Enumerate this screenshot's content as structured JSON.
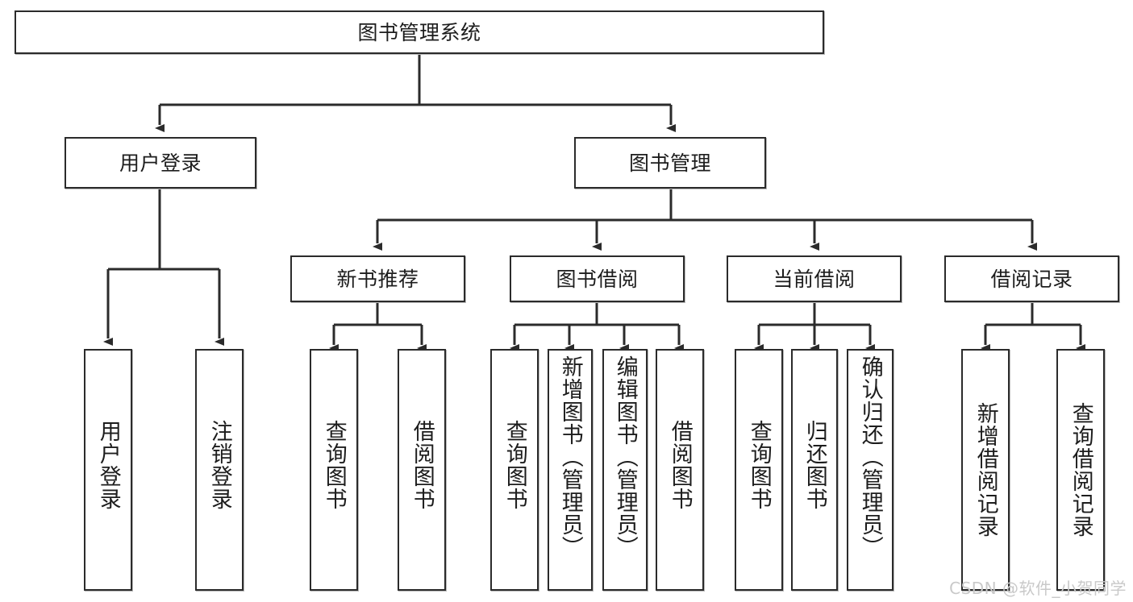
{
  "diagram": {
    "title": "图书管理系统",
    "type": "tree",
    "orientation": "top-down",
    "colors": {
      "box_border": "#2b2b2b",
      "box_fill": "#ffffff",
      "edge": "#2b2b2b",
      "background": "#ffffff",
      "watermark": "#c9c9c9"
    },
    "root": {
      "label": "图书管理系统"
    },
    "level2": [
      {
        "label": "用户登录"
      },
      {
        "label": "图书管理"
      }
    ],
    "level3": [
      {
        "label": "新书推荐"
      },
      {
        "label": "图书借阅"
      },
      {
        "label": "当前借阅"
      },
      {
        "label": "借阅记录"
      }
    ],
    "leaves": [
      {
        "label": "用户登录",
        "parent": "用户登录"
      },
      {
        "label": "注销登录",
        "parent": "用户登录"
      },
      {
        "label": "查询图书",
        "parent": "新书推荐"
      },
      {
        "label": "借阅图书",
        "parent": "新书推荐"
      },
      {
        "label": "查询图书",
        "parent": "图书借阅"
      },
      {
        "label": "新增图书（管理员）",
        "parent": "图书借阅"
      },
      {
        "label": "编辑图书（管理员）",
        "parent": "图书借阅"
      },
      {
        "label": "借阅图书",
        "parent": "图书借阅"
      },
      {
        "label": "查询图书",
        "parent": "当前借阅"
      },
      {
        "label": "归还图书",
        "parent": "当前借阅"
      },
      {
        "label": "确认归还（管理员）",
        "parent": "当前借阅"
      },
      {
        "label": "新增借阅记录",
        "parent": "借阅记录"
      },
      {
        "label": "查询借阅记录",
        "parent": "借阅记录"
      }
    ]
  },
  "watermark": {
    "text": "CSDN @软件_小贺同学"
  }
}
